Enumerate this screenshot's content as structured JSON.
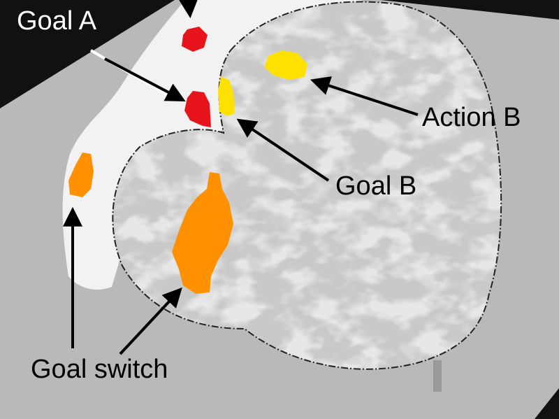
{
  "labels": {
    "goal_a": "Goal A",
    "action_b": "Action B",
    "goal_b": "Goal B",
    "goal_switch": "Goal switch"
  },
  "colors": {
    "background_dark": "#111111",
    "slice_plane": "#b9b9b9",
    "brain_cortex": "#c9c9c9",
    "frontal_white": "#f2f2f2",
    "activation_red": "#e8141c",
    "activation_yellow": "#ffe100",
    "activation_orange": "#ff9000",
    "arrow": "#000000"
  }
}
